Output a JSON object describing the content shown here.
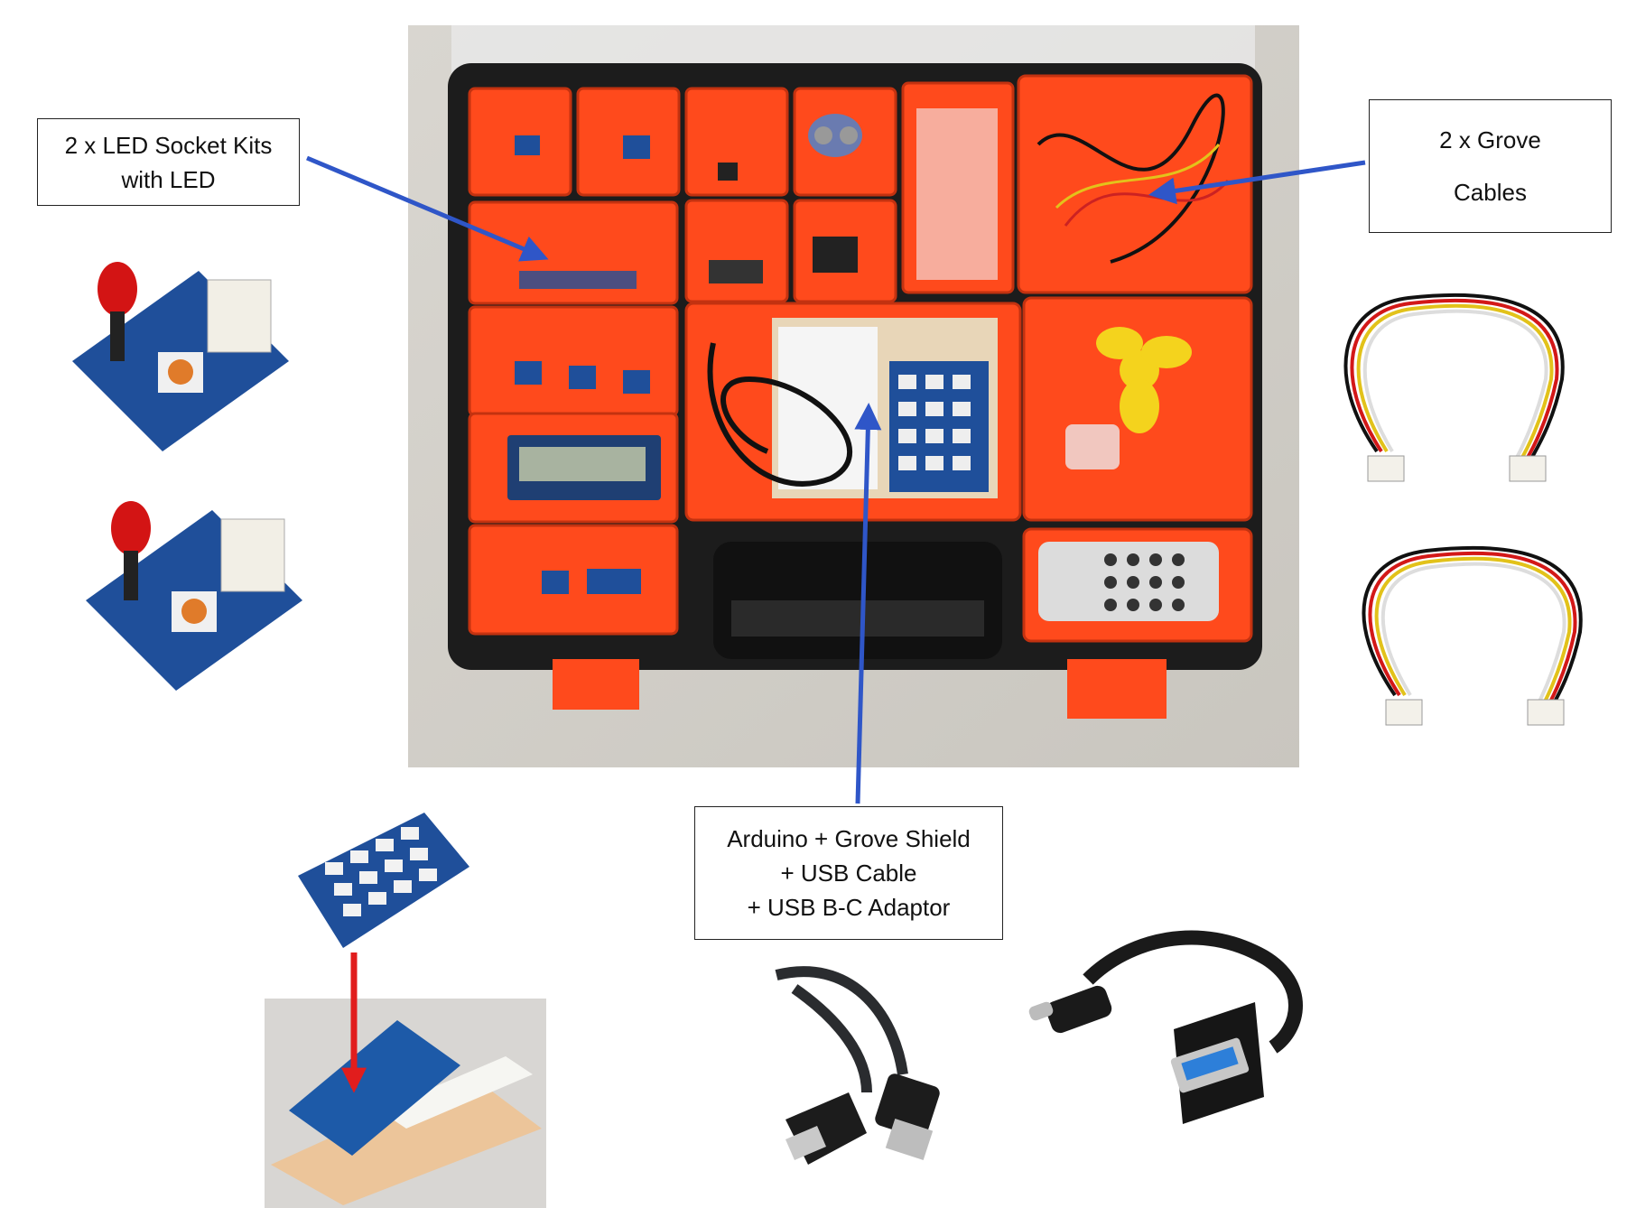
{
  "labels": {
    "led_kits": [
      "2 x LED Socket Kits",
      "with LED"
    ],
    "grove_cables": [
      "2 x Grove",
      "Cables"
    ],
    "arduino": [
      "Arduino + Grove Shield",
      "+ USB Cable",
      "+ USB B-C Adaptor"
    ]
  },
  "pictures": {
    "organizer_box": "organizer-box-photo",
    "led_socket_1": "led-socket-photo",
    "led_socket_2": "led-socket-photo",
    "grove_cable_1": "grove-cable-photo",
    "grove_cable_2": "grove-cable-photo",
    "shield_on_arduino": "grove-shield-arduino-photo",
    "usb_cable": "usb-a-to-b-cable-photo",
    "usb_adaptor": "usb-c-adaptor-photo"
  },
  "colors": {
    "callout_arrow": "#2f56c8",
    "assembly_arrow": "#e11d1d",
    "tray_orange": "#ff4a1c",
    "case_black": "#1c1c1c",
    "pcb_blue": "#1f4f9a"
  }
}
